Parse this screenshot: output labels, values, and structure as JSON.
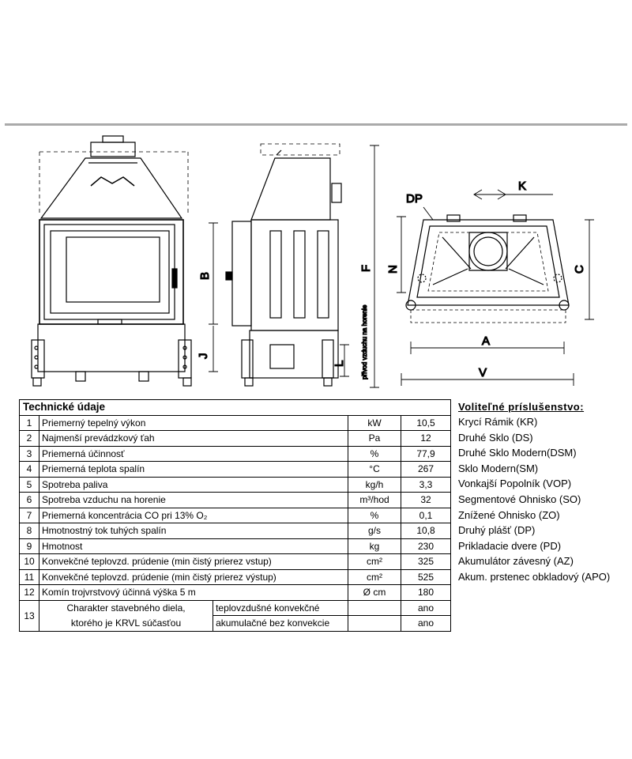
{
  "drawing": {
    "front_labels": {
      "B": "B",
      "J": "J"
    },
    "side_labels": {
      "F": "F",
      "L": "L",
      "air_supply": "přívod vzduchu na horenie"
    },
    "top_labels": {
      "DP": "DP",
      "K": "K",
      "N": "N",
      "C": "C",
      "A": "A",
      "V": "V"
    }
  },
  "table": {
    "title": "Technické údaje",
    "rows": [
      {
        "no": "1",
        "desc": "Priemerný tepelný výkon",
        "unit": "kW",
        "value": "10,5"
      },
      {
        "no": "2",
        "desc": "Najmenší prevádzkový ťah",
        "unit": "Pa",
        "value": "12"
      },
      {
        "no": "3",
        "desc": "Priemerná účinnosť",
        "unit": "%",
        "value": "77,9"
      },
      {
        "no": "4",
        "desc": "Priemerná teplota spalín",
        "unit": "°C",
        "value": "267"
      },
      {
        "no": "5",
        "desc": "Spotreba paliva",
        "unit": "kg/h",
        "value": "3,3"
      },
      {
        "no": "6",
        "desc": "Spotreba vzduchu na horenie",
        "unit": "m³/hod",
        "value": "32"
      },
      {
        "no": "7",
        "desc": "Priemerná koncentrácia CO pri 13% O₂",
        "unit": "%",
        "value": "0,1"
      },
      {
        "no": "8",
        "desc": "Hmotnostný tok tuhých spalín",
        "unit": "g/s",
        "value": "10,8"
      },
      {
        "no": "9",
        "desc": "Hmotnost",
        "unit": "kg",
        "value": "230"
      },
      {
        "no": "10",
        "desc": "Konvekčné teplovzd. prúdenie (min čistý prierez vstup)",
        "unit": "cm²",
        "value": "325"
      },
      {
        "no": "11",
        "desc": "Konvekčné teplovzd. prúdenie (min čistý prierez výstup)",
        "unit": "cm²",
        "value": "525"
      },
      {
        "no": "12",
        "desc": "Komín trojvrstvový účinná výška 5 m",
        "unit": "Ø cm",
        "value": "180"
      }
    ],
    "row13": {
      "no": "13",
      "line1": "Charakter stavebného diela,",
      "line2": "ktorého je KRVL súčasťou",
      "opt1": "teplovzdušné konvekčné",
      "opt2": "akumulačné bez konvekcie",
      "val1": "ano",
      "val2": "ano"
    }
  },
  "accessories": {
    "title": "Voliteľné príslušenstvo:",
    "items": [
      "Krycí Rámik (KR)",
      "Druhé Sklo (DS)",
      "Druhé Sklo Modern(DSM)",
      "Sklo Modern(SM)",
      "Vonkajší Popolník (VOP)",
      "Segmentové Ohnisko (SO)",
      "Znížené Ohnisko (ZO)",
      "Druhý plášť  (DP)",
      "Prikladacie dvere (PD)",
      "Akumulátor závesný (AZ)",
      "Akum. prstenec obkladový (APO)"
    ]
  }
}
